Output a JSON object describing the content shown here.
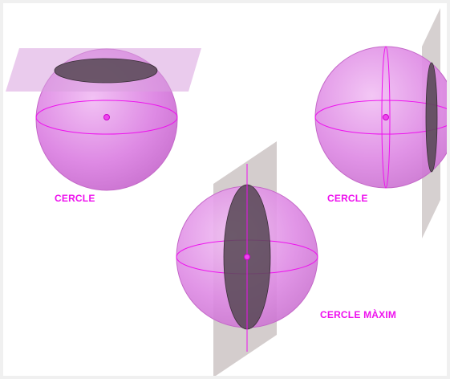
{
  "labels": {
    "sphere1": "CERCLE",
    "sphere2": "CERCLE",
    "sphere3": "CERCLE MÀXIM"
  },
  "colors": {
    "sphere_fill": "#e08ae8",
    "sphere_stroke": "#cc55cc",
    "circle_line": "#ee11ee",
    "cut_circle": "#5a4a58",
    "plane_pink": "#d9a8de",
    "plane_grey": "#cfc8c8",
    "label": "#ee11ee"
  }
}
